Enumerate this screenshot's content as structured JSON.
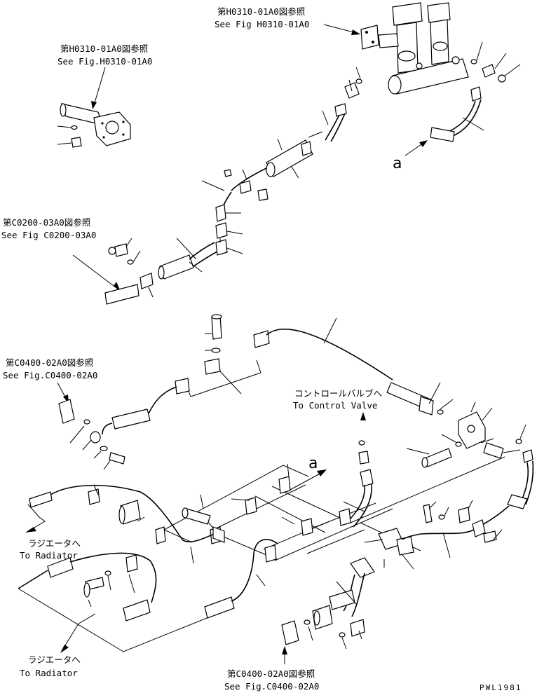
{
  "labels": {
    "ref_top_right": {
      "jp": "第H0310-01A0図参照",
      "en": "See Fig H0310-01A0"
    },
    "ref_top_left": {
      "jp": "第H0310-01A0図参照",
      "en": "See Fig.H0310-01A0"
    },
    "ref_c0200": {
      "jp": "第C0200-03A0図参照",
      "en": "See Fig C0200-03A0"
    },
    "ref_c0400_mid": {
      "jp": "第C0400-02A0図参照",
      "en": "See Fig.C0400-02A0"
    },
    "ref_c0400_bottom": {
      "jp": "第C0400-02A0図参照",
      "en": "See Fig.C0400-02A0"
    },
    "control_valve": {
      "jp": "コントロールバルブへ",
      "en": "To Control Valve"
    },
    "radiator_1": {
      "jp": "ラジエータへ",
      "en": "To Radiator"
    },
    "radiator_2": {
      "jp": "ラジエータへ",
      "en": "To Radiator"
    },
    "marker_a_top": "a",
    "marker_a_mid": "a",
    "drawing_code": "PWL1981"
  }
}
